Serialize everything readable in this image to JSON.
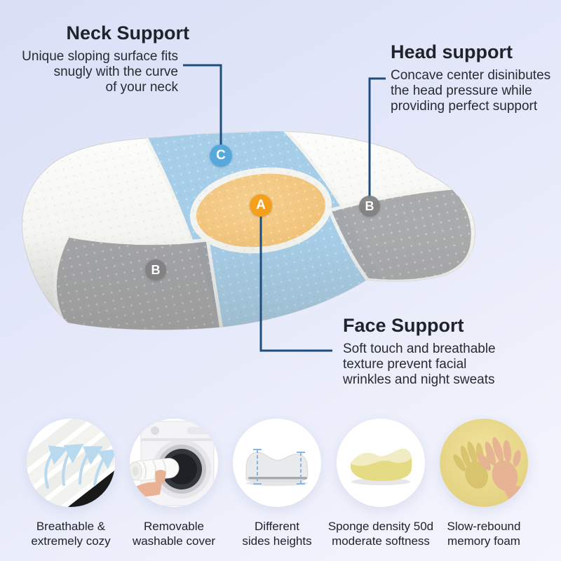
{
  "callouts": {
    "neck": {
      "title": "Neck Support",
      "lines": [
        "Unique sloping surface fits",
        "snugly with the curve",
        "of your neck"
      ]
    },
    "head": {
      "title": "Head support",
      "lines": [
        "Concave center disinibutes",
        "the head pressure while",
        "providing perfect support"
      ]
    },
    "face": {
      "title": "Face Support",
      "lines": [
        "Soft touch and breathable",
        "texture prevent facial",
        "wrinkles and night sweats"
      ]
    }
  },
  "badges": {
    "a": "A",
    "b": "B",
    "c": "C"
  },
  "features": [
    {
      "icon": "fabric-airflow-photo",
      "caption_lines": [
        "Breathable &",
        "extremely cozy"
      ]
    },
    {
      "icon": "washing-machine-photo",
      "caption_lines": [
        "Removable",
        "washable cover"
      ]
    },
    {
      "icon": "pillow-profile-photo",
      "caption_lines": [
        "Different",
        "sides heights"
      ]
    },
    {
      "icon": "foam-core-photo",
      "caption_lines": [
        "Sponge density 50d",
        "moderate softness"
      ]
    },
    {
      "icon": "hand-memory-foam-photo",
      "caption_lines": [
        "Slow-rebound",
        "memory foam"
      ]
    }
  ],
  "colors": {
    "connector": "#1d4e7e",
    "badge_a": "#f5a01c",
    "badge_b": "#808081",
    "badge_c": "#58a9db",
    "zone_blue": "#a6cee9",
    "zone_orange": "#f2c57e",
    "zone_gray": "#a0a1a3"
  }
}
